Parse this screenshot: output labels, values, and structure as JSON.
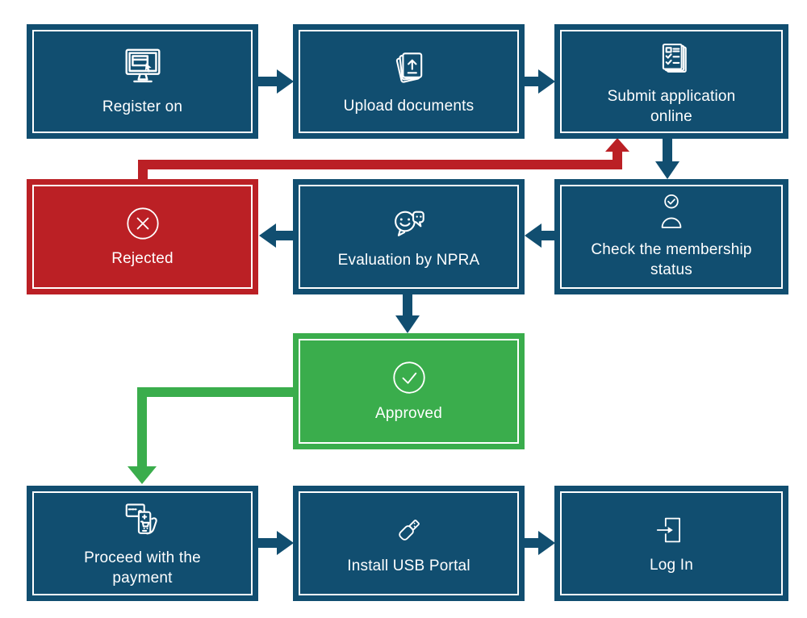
{
  "diagram": {
    "type": "flowchart",
    "colors": {
      "blue": "#114e70",
      "red": "#bb2025",
      "green": "#3aad4c",
      "text": "#ffffff"
    },
    "nodes": [
      {
        "id": "register",
        "label": "Register on",
        "color": "blue",
        "icon": "computer-register-icon"
      },
      {
        "id": "upload",
        "label": "Upload documents",
        "color": "blue",
        "icon": "upload-documents-icon"
      },
      {
        "id": "submit",
        "label": "Submit application\nonline",
        "color": "blue",
        "icon": "application-form-icon"
      },
      {
        "id": "check",
        "label": "Check the membership\nstatus",
        "color": "blue",
        "icon": "member-check-icon"
      },
      {
        "id": "evaluation",
        "label": "Evaluation by NPRA",
        "color": "blue",
        "icon": "chat-evaluation-icon"
      },
      {
        "id": "rejected",
        "label": "Rejected",
        "color": "red",
        "icon": "cross-circle-icon"
      },
      {
        "id": "approved",
        "label": "Approved",
        "color": "green",
        "icon": "check-circle-icon"
      },
      {
        "id": "payment",
        "label": "Proceed with the\npayment",
        "color": "blue",
        "icon": "mobile-payment-icon"
      },
      {
        "id": "usb",
        "label": "Install USB Portal",
        "color": "blue",
        "icon": "usb-drive-icon"
      },
      {
        "id": "login",
        "label": "Log In",
        "color": "blue",
        "icon": "login-icon"
      }
    ],
    "edges": [
      {
        "from": "register",
        "to": "upload",
        "color": "blue"
      },
      {
        "from": "upload",
        "to": "submit",
        "color": "blue"
      },
      {
        "from": "submit",
        "to": "check",
        "color": "blue"
      },
      {
        "from": "check",
        "to": "evaluation",
        "color": "blue"
      },
      {
        "from": "evaluation",
        "to": "rejected",
        "color": "blue"
      },
      {
        "from": "rejected",
        "to": "submit",
        "color": "red"
      },
      {
        "from": "evaluation",
        "to": "approved",
        "color": "blue"
      },
      {
        "from": "approved",
        "to": "payment",
        "color": "green"
      },
      {
        "from": "payment",
        "to": "usb",
        "color": "blue"
      },
      {
        "from": "usb",
        "to": "login",
        "color": "blue"
      }
    ]
  }
}
